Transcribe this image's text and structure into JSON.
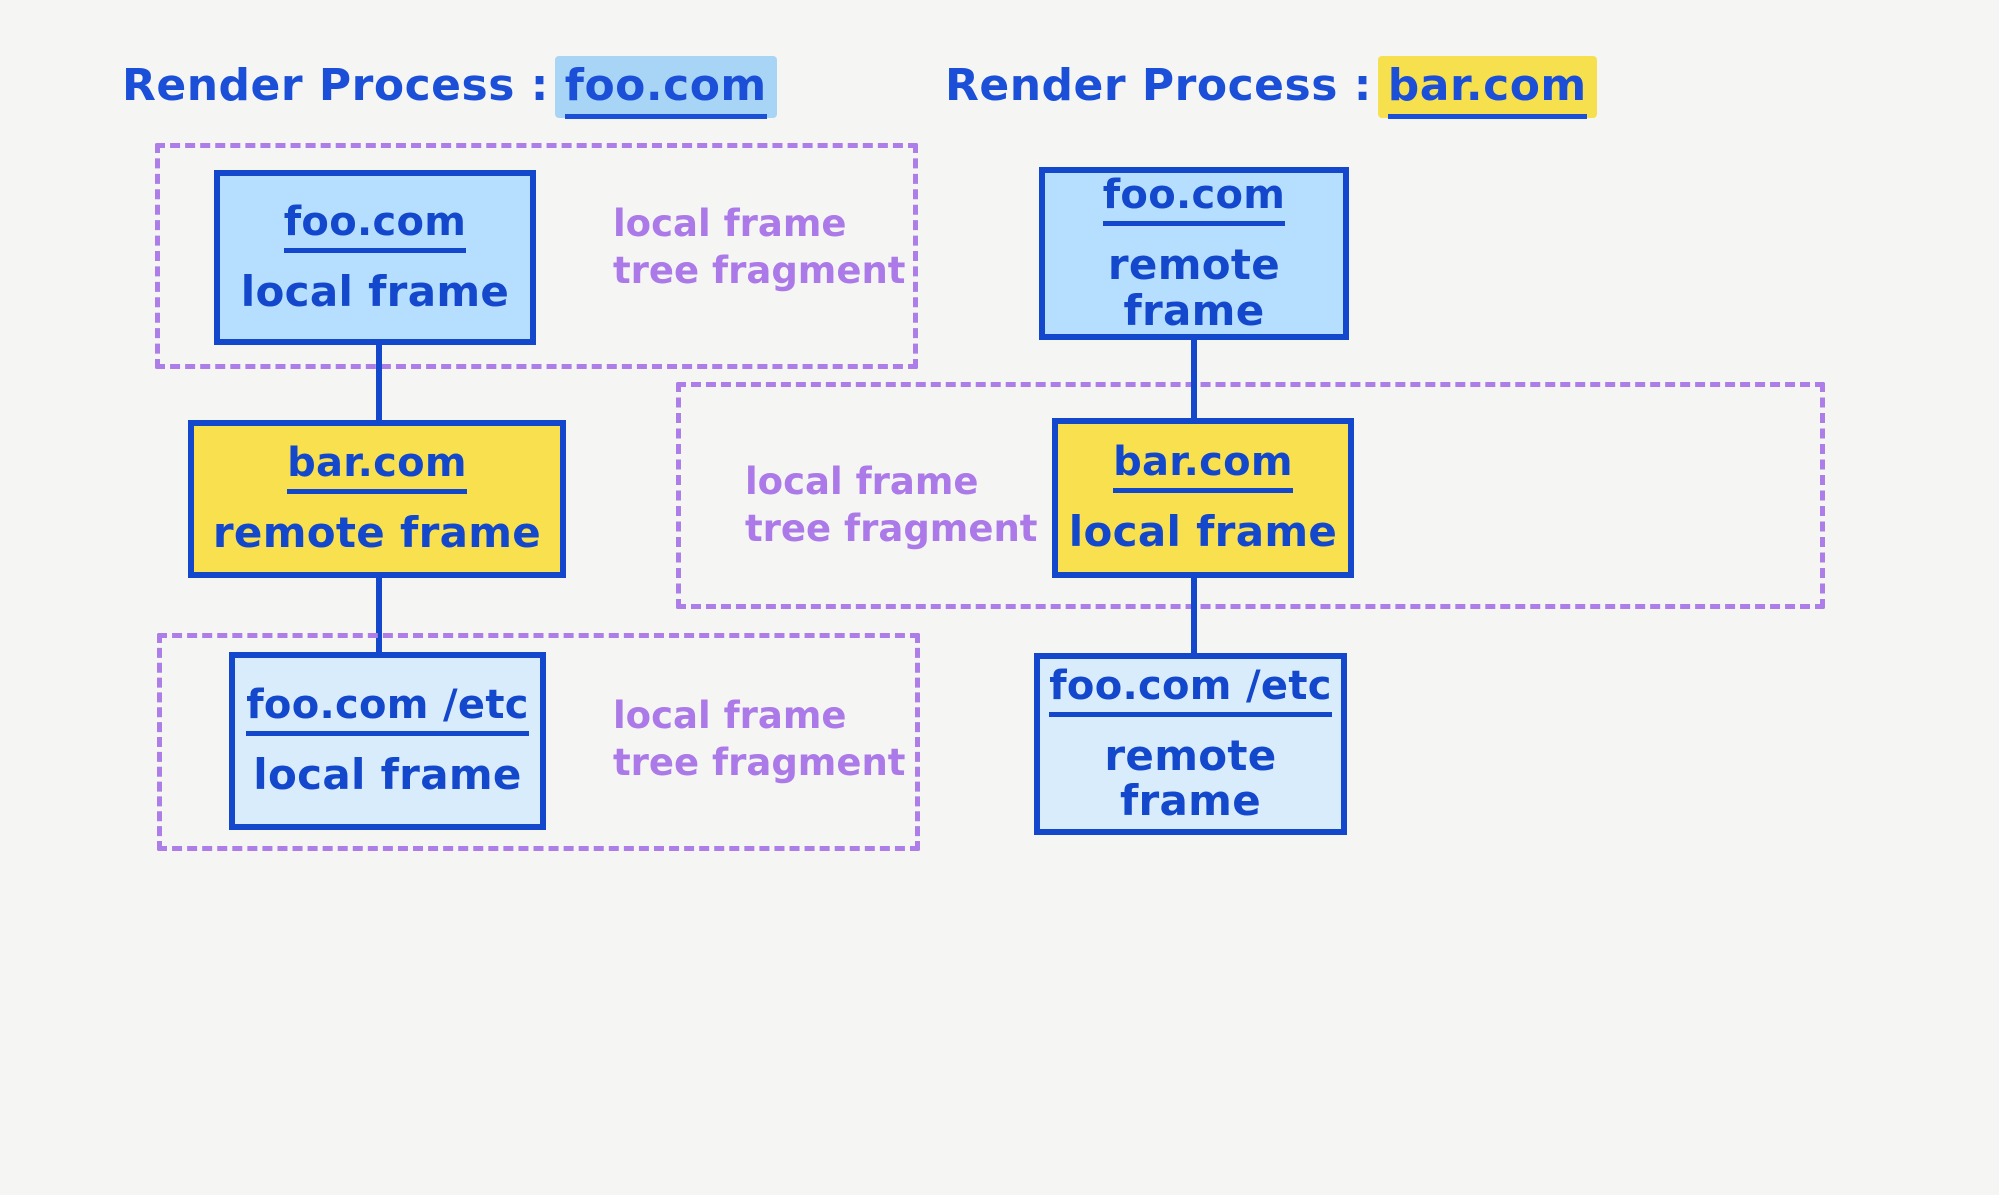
{
  "background_color": "#f5f5f3",
  "accent_colors": {
    "stroke_blue": "#1348cd",
    "fill_light_blue": "#b6deff",
    "fill_pale_blue": "#d8ecfb",
    "fill_yellow": "#f9e04f",
    "highlight_blue": "#a8d4f5",
    "highlight_yellow": "#f7e04e",
    "dashed_purple": "#ae7ee8"
  },
  "processes": [
    {
      "title_label": "Render Process :",
      "domain": "foo.com",
      "highlight": "blue"
    },
    {
      "title_label": "Render Process :",
      "domain": "bar.com",
      "highlight": "yellow"
    }
  ],
  "left_column": {
    "boxes": [
      {
        "url": "foo.com",
        "kind": "local frame",
        "fill": "blue"
      },
      {
        "url": "bar.com",
        "kind": "remote frame",
        "fill": "yellow"
      },
      {
        "url": "foo.com /etc",
        "kind": "local frame",
        "fill": "pale-blue"
      }
    ],
    "fragments": [
      {
        "line1": "local frame",
        "line2": "tree fragment"
      },
      {
        "line1": "local frame",
        "line2": "tree fragment"
      }
    ]
  },
  "right_column": {
    "boxes": [
      {
        "url": "foo.com",
        "kind": "remote frame",
        "fill": "blue"
      },
      {
        "url": "bar.com",
        "kind": "local frame",
        "fill": "yellow"
      },
      {
        "url": "foo.com /etc",
        "kind": "remote frame",
        "fill": "pale-blue"
      }
    ],
    "fragments": [
      {
        "line1": "local frame",
        "line2": "tree fragment"
      }
    ]
  }
}
